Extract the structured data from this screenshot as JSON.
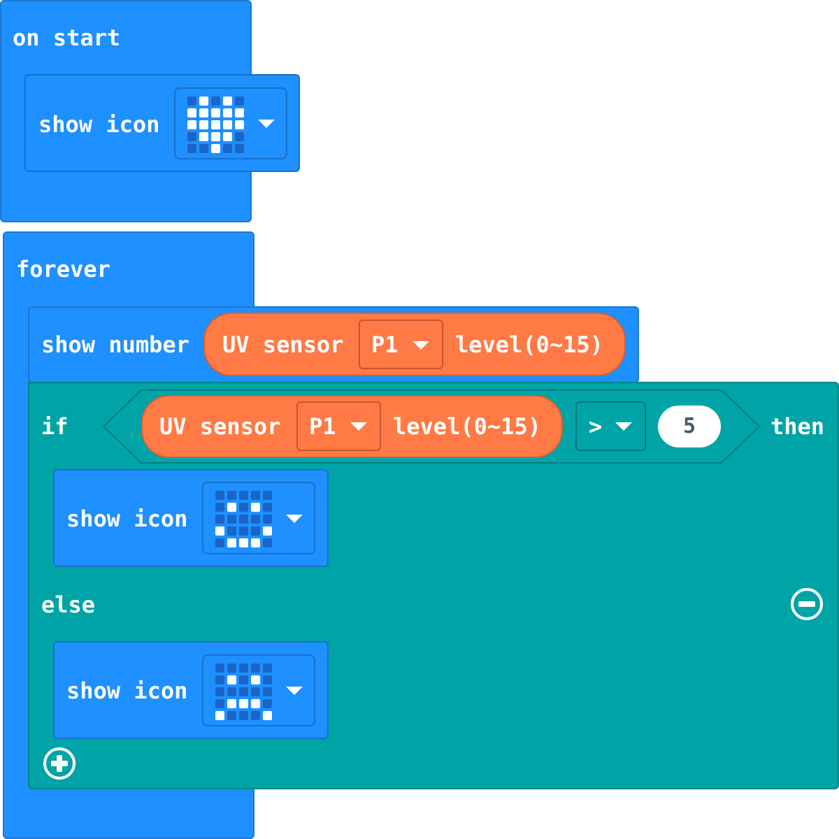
{
  "colors": {
    "basic_blue": "#1e90ff",
    "logic_teal": "#00a4a6",
    "sensor_orange": "#ff7a45",
    "number_text": "#4a5a6a"
  },
  "on_start": {
    "label": "on start",
    "show_icon": {
      "label": "show icon",
      "icon": "heart",
      "leds": [
        0,
        1,
        0,
        1,
        0,
        1,
        1,
        1,
        1,
        1,
        1,
        1,
        1,
        1,
        1,
        0,
        1,
        1,
        1,
        0,
        0,
        0,
        1,
        0,
        0
      ],
      "dropdown_icon": "dropdown-caret-icon"
    }
  },
  "forever": {
    "label": "forever",
    "show_number": {
      "label": "show number",
      "sensor": {
        "label": "UV sensor",
        "pin": "P1",
        "suffix": "level(0~15)"
      }
    },
    "if_block": {
      "if_label": "if",
      "then_label": "then",
      "condition": {
        "sensor_label": "UV sensor",
        "pin": "P1",
        "suffix": "level(0~15)",
        "operator": ">",
        "value": "5"
      },
      "then_icon": {
        "label": "show icon",
        "icon": "happy",
        "leds": [
          0,
          0,
          0,
          0,
          0,
          0,
          1,
          0,
          1,
          0,
          0,
          0,
          0,
          0,
          0,
          1,
          0,
          0,
          0,
          1,
          0,
          1,
          1,
          1,
          0
        ]
      },
      "else_label": "else",
      "else_icon": {
        "label": "show icon",
        "icon": "sad",
        "leds": [
          0,
          0,
          0,
          0,
          0,
          0,
          1,
          0,
          1,
          0,
          0,
          0,
          0,
          0,
          0,
          0,
          1,
          1,
          1,
          0,
          1,
          0,
          0,
          0,
          1
        ]
      },
      "remove_else_icon": "minus-circle-icon",
      "add_else_icon": "plus-circle-icon"
    }
  }
}
